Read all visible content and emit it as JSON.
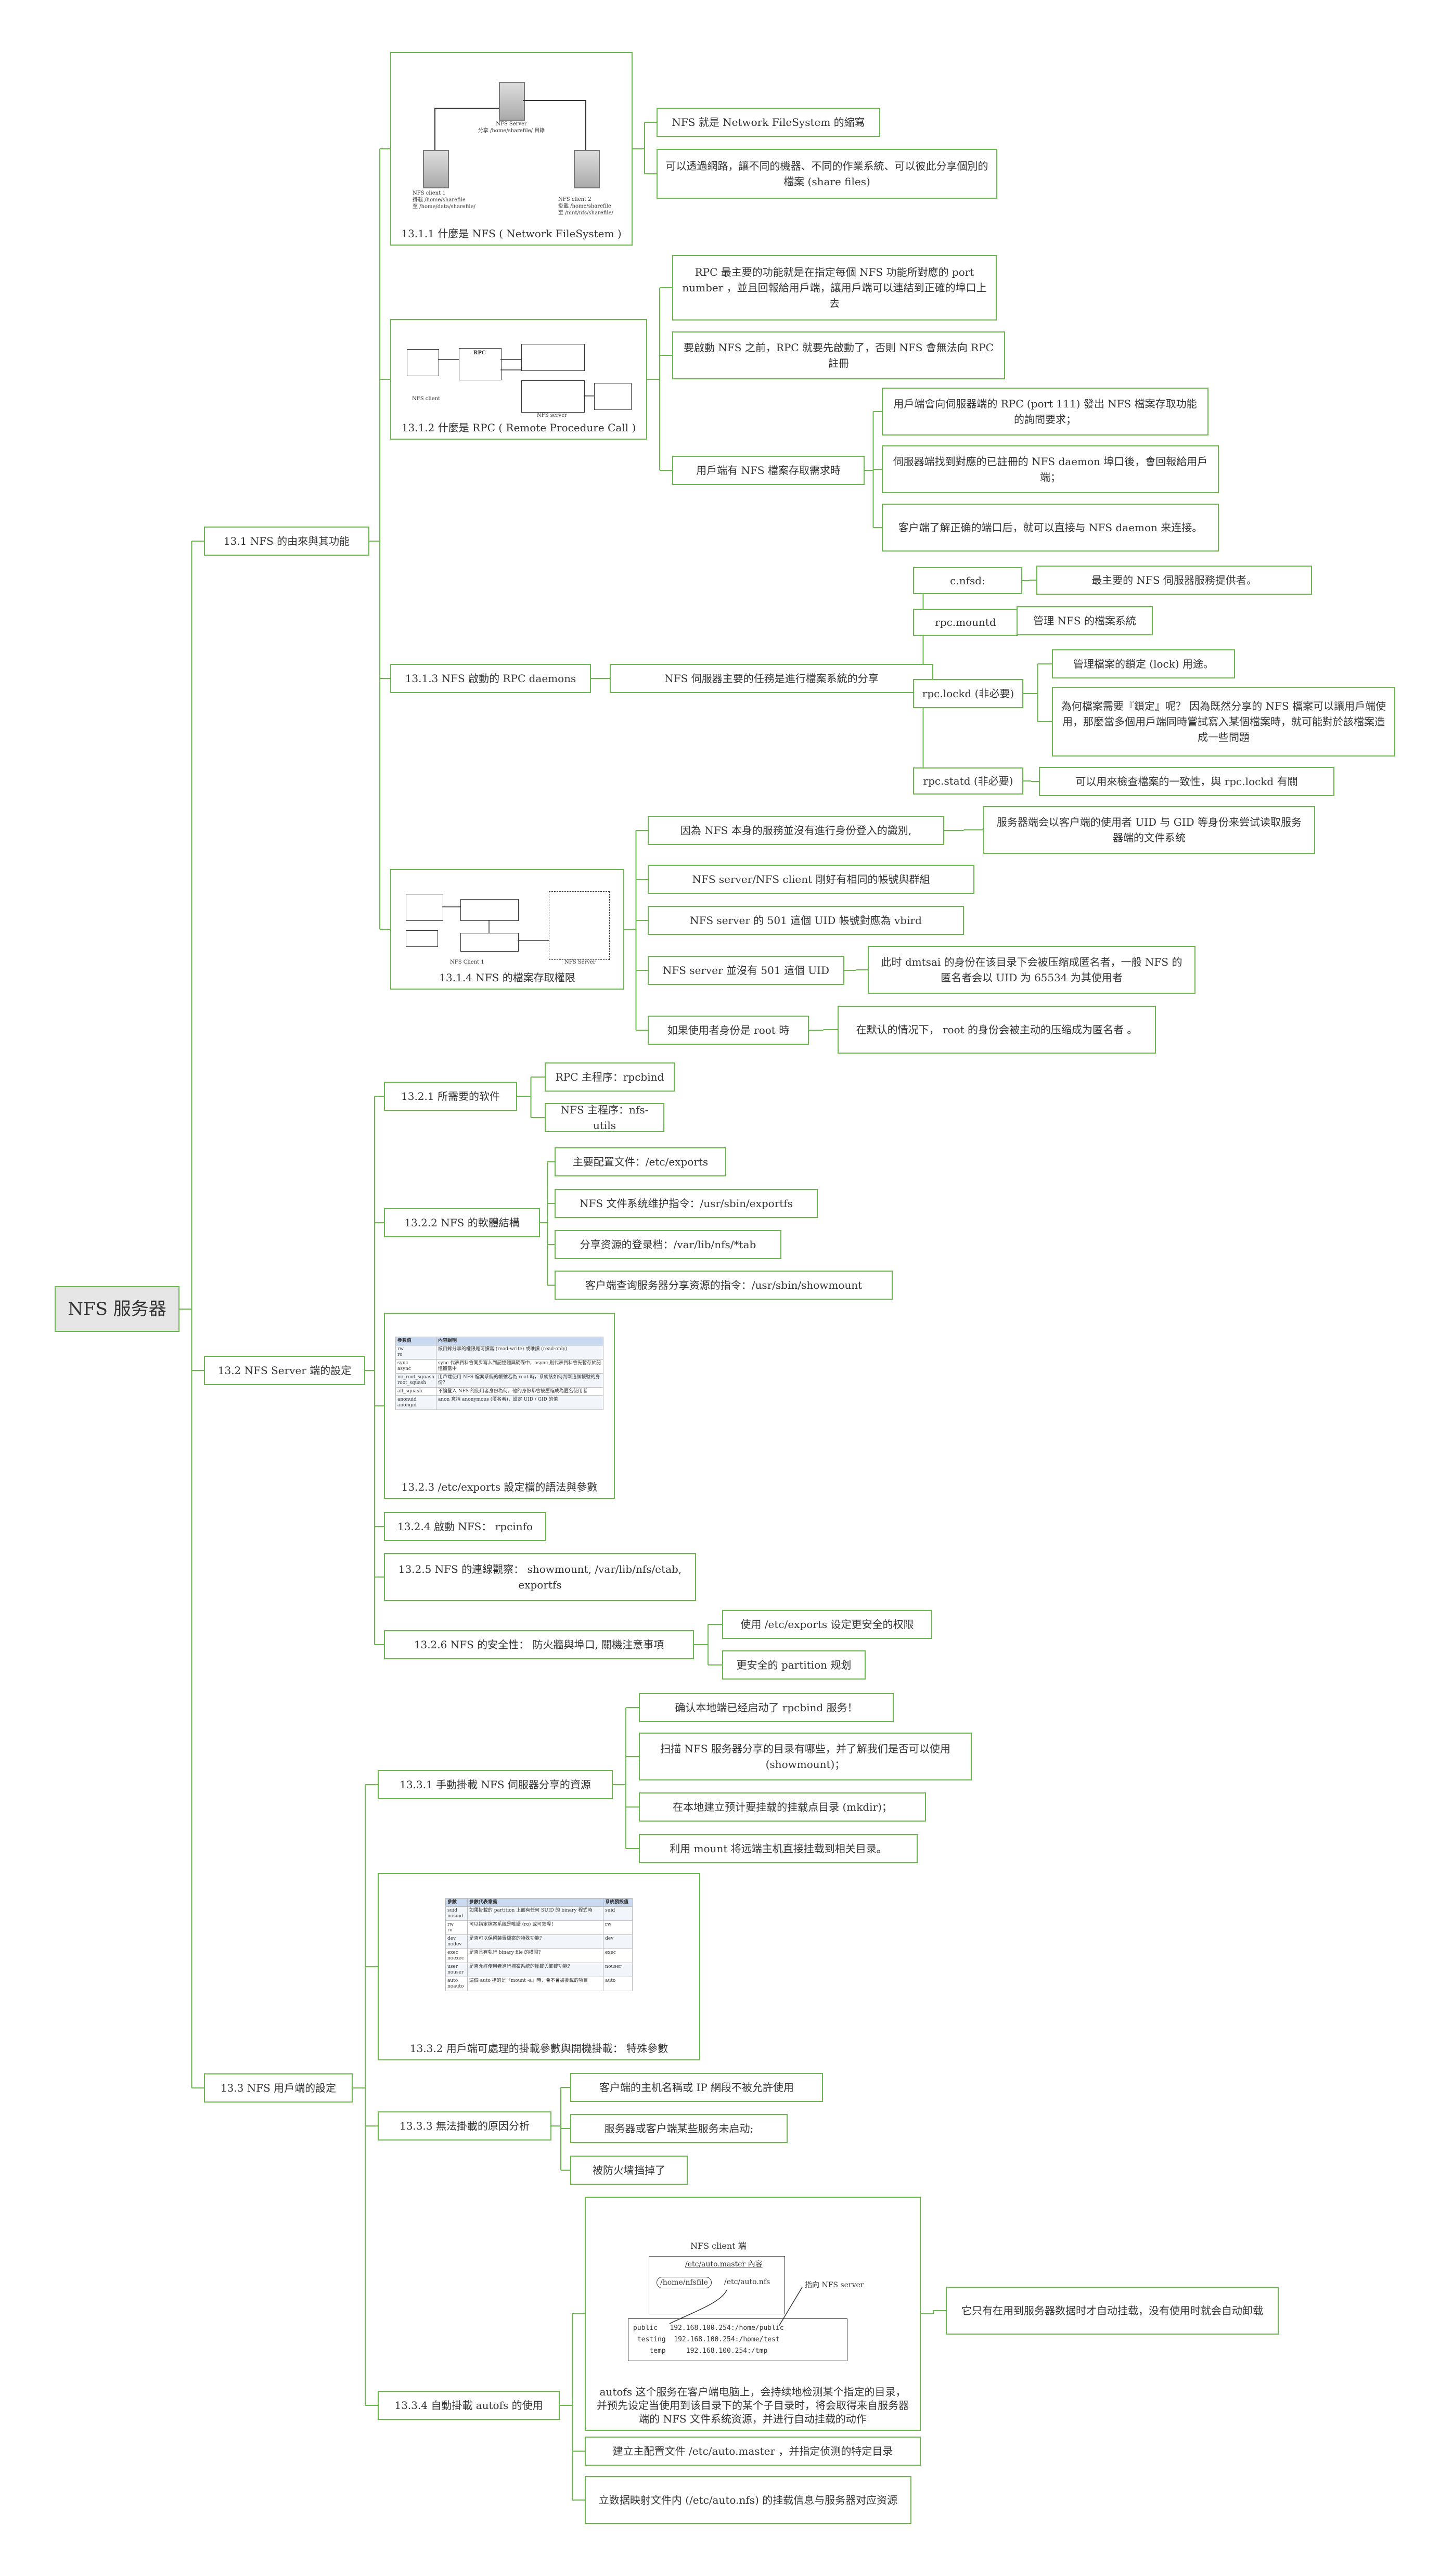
{
  "root": "NFS 服务器",
  "s1": {
    "title": "13.1 NFS 的由來與其功能",
    "n111": {
      "title": "13.1.1 什麼是 NFS ( Network FileSystem )",
      "diagram": {
        "server": "NFS Server",
        "server_share": "分享 /home/sharefile/ 目錄",
        "c1": "NFS client 1",
        "c1_line1": "掛載 /home/sharefile",
        "c1_line2": "至  /home/data/sharefile/",
        "c2": "NFS client 2",
        "c2_line1": "掛載 /home/sharefile",
        "c2_line2": "至  /mnt/nfs/sharefile/"
      },
      "items": [
        "NFS 就是 Network FileSystem 的縮寫",
        "可以透過網路，讓不同的機器、不同的作業系統、可以彼此分享個別的檔案 (share files)"
      ]
    },
    "n112": {
      "title": "13.1.2 什麼是 RPC ( Remote Procedure Call )",
      "diagram": {
        "client": "NFS client",
        "server": "NFS server",
        "rpc": "RPC"
      },
      "items": [
        "RPC 最主要的功能就是在指定每個 NFS 功能所對應的 port number ，並且回報給用戶端，讓用戶端可以連結到正確的埠口上去",
        "要啟動 NFS 之前，RPC 就要先啟動了，否則 NFS 會無法向 RPC 註冊"
      ],
      "req": {
        "title": "用戶端有 NFS 檔案存取需求時",
        "items": [
          "用戶端會向伺服器端的 RPC (port 111) 發出 NFS 檔案存取功能的詢問要求；",
          "伺服器端找到對應的已註冊的 NFS daemon 埠口後，會回報給用戶端；",
          "客户端了解正确的端口后，就可以直接与 NFS daemon 来连接。"
        ]
      }
    },
    "n113": {
      "title": "13.1.3 NFS 啟動的 RPC daemons",
      "mid": "NFS 伺服器主要的任務是進行檔案系統的分享",
      "nfsd": "c.nfsd:",
      "nfsd_desc": "最主要的 NFS 伺服器服務提供者。",
      "mountd": "rpc.mountd",
      "mountd_desc": "管理 NFS 的檔案系統",
      "lockd": "rpc.lockd (非必要)",
      "lockd_desc1": "管理檔案的鎖定 (lock) 用途。",
      "lockd_desc2": "為何檔案需要『鎖定』呢？ 因為既然分享的 NFS 檔案可以讓用戶端使用，那麼當多個用戶端同時嘗試寫入某個檔案時，就可能對於該檔案造成一些問題",
      "statd": "rpc.statd (非必要)",
      "statd_desc": "可以用來檢查檔案的一致性，與 rpc.lockd 有關"
    },
    "n114": {
      "title": "13.1.4 NFS 的檔案存取權限",
      "diagram": {
        "client": "NFS Client 1",
        "server": "NFS Server"
      },
      "i1": "因為 NFS 本身的服務並沒有進行身份登入的識別,",
      "i1_desc": "服务器端会以客户端的使用者 UID 与 GID 等身份来尝试读取服务器端的文件系统",
      "i2": "NFS server/NFS client 剛好有相同的帳號與群組",
      "i3": "NFS server 的 501 這個 UID 帳號對應為 vbird",
      "i4": "NFS server 並沒有 501 這個 UID",
      "i4_desc": "此时 dmtsai 的身份在该目录下会被压缩成匿名者，一般 NFS 的匿名者会以 UID 为 65534 为其使用者",
      "i5": "如果使用者身份是 root 時",
      "i5_desc": "在默认的情况下， root 的身份会被主动的压缩成为匿名者 。"
    }
  },
  "s2": {
    "title": "13.2 NFS Server 端的設定",
    "n221": {
      "title": "13.2.1 所需要的软件",
      "items": [
        "RPC 主程序：rpcbind",
        "NFS 主程序：nfs-utils"
      ]
    },
    "n222": {
      "title": "13.2.2 NFS 的軟體結構",
      "items": [
        "主要配置文件：/etc/exports",
        "NFS 文件系统维护指令：/usr/sbin/exportfs",
        "分享资源的登录档：/var/lib/nfs/*tab",
        "客户端查询服务器分享资源的指令：/usr/sbin/showmount"
      ]
    },
    "n223": {
      "title": "13.2.3 /etc/exports 設定檔的語法與參數",
      "table": {
        "headers": [
          "參數值",
          "內容說明"
        ],
        "rows": [
          [
            "rw\nro",
            "該目錄分享的權限是可讀寫 (read-write) 或唯讀 (read-only)"
          ],
          [
            "sync\nasync",
            "sync 代表資料會同步寫入到記憶體與硬碟中，async 則代表資料會先暫存於記憶體當中"
          ],
          [
            "no_root_squash\nroot_squash",
            "用戶端使用 NFS 檔案系統的帳號若為 root 時，系統該如何判斷這個帳號的身份？"
          ],
          [
            "all_squash",
            "不論登入 NFS 的使用者身份為何，他的身份都會被壓縮成為匿名使用者"
          ],
          [
            "anonuid\nanongid",
            "anon 意指 anonymous (匿名者)，設定 UID / GID 的值"
          ]
        ]
      }
    },
    "n224": "13.2.4 啟動 NFS： rpcinfo",
    "n225": "13.2.5 NFS 的連線觀察： showmount, /var/lib/nfs/etab, exportfs",
    "n226": {
      "title": "13.2.6 NFS 的安全性： 防火牆與埠口, 關機注意事項",
      "items": [
        "使用 /etc/exports 设定更安全的权限",
        "更安全的 partition 规划"
      ]
    }
  },
  "s3": {
    "title": "13.3 NFS 用戶端的設定",
    "n331": {
      "title": "13.3.1 手動掛載 NFS 伺服器分享的資源",
      "items": [
        "确认本地端已经启动了 rpcbind 服务！",
        "扫描 NFS 服务器分享的目录有哪些，并了解我们是否可以使用 (showmount)；",
        "在本地建立预计要挂载的挂载点目录 (mkdir)；",
        "利用 mount 将远端主机直接挂载到相关目录。"
      ]
    },
    "n332": {
      "title": "13.3.2 用戶端可處理的掛載參數與開機掛載： 特殊參數",
      "table": {
        "headers": [
          "參數",
          "參數代表意義",
          "系統預設值"
        ],
        "rows": [
          [
            "suid\nnosuid",
            "如果掛載的 partition 上面有任何 SUID 的 binary 程式時",
            "suid"
          ],
          [
            "rw\nro",
            "可以指定檔案系統是唯讀 (ro) 或可寫喔！",
            "rw"
          ],
          [
            "dev\nnodev",
            "是否可以保留裝置檔案的特殊功能？",
            "dev"
          ],
          [
            "exec\nnoexec",
            "是否具有執行 binary file 的權限？",
            "exec"
          ],
          [
            "user\nnouser",
            "是否允許使用者進行檔案系統的掛載與卸載功能？",
            "nouser"
          ],
          [
            "auto\nnoauto",
            "這個 auto 指的是『mount -a』時，會不會被掛載的項目",
            "auto"
          ]
        ]
      }
    },
    "n333": {
      "title": "13.3.3 無法掛載的原因分析",
      "items": [
        "客户端的主机名稱或 IP 網段不被允許使用",
        "服务器或客户端某些服务未启动;",
        "被防火墙挡掉了"
      ]
    },
    "n334": {
      "title": "13.3.4 自動掛載 autofs 的使用",
      "diagram": {
        "title": "NFS client 端",
        "master": "/etc/auto.master 內容",
        "home": "/home/nfsfile",
        "autonfs": "/etc/auto.nfs",
        "towards": "指向 NFS server",
        "rows": [
          [
            "public",
            "192.168.100.254:/home/public"
          ],
          [
            "testing",
            "192.168.100.254:/home/test"
          ],
          [
            "temp",
            "192.168.100.254:/tmp"
          ]
        ]
      },
      "desc": "autofs 这个服务在客户端电脑上，会持续地检测某个指定的目录，并预先设定当使用到该目录下的某个子目录时，将会取得来自服务器端的 NFS 文件系统资源，并进行自动挂载的动作",
      "desc_side": "它只有在用到服务器数据时才自动挂载，没有使用时就会自动卸载",
      "items": [
        "建立主配置文件 /etc/auto.master ，并指定侦测的特定目录",
        "立数据映射文件内 (/etc/auto.nfs) 的挂载信息与服务器对应资源"
      ]
    }
  },
  "colors": {
    "line": "#6ab74e",
    "root_bg": "#e6e6e6"
  }
}
